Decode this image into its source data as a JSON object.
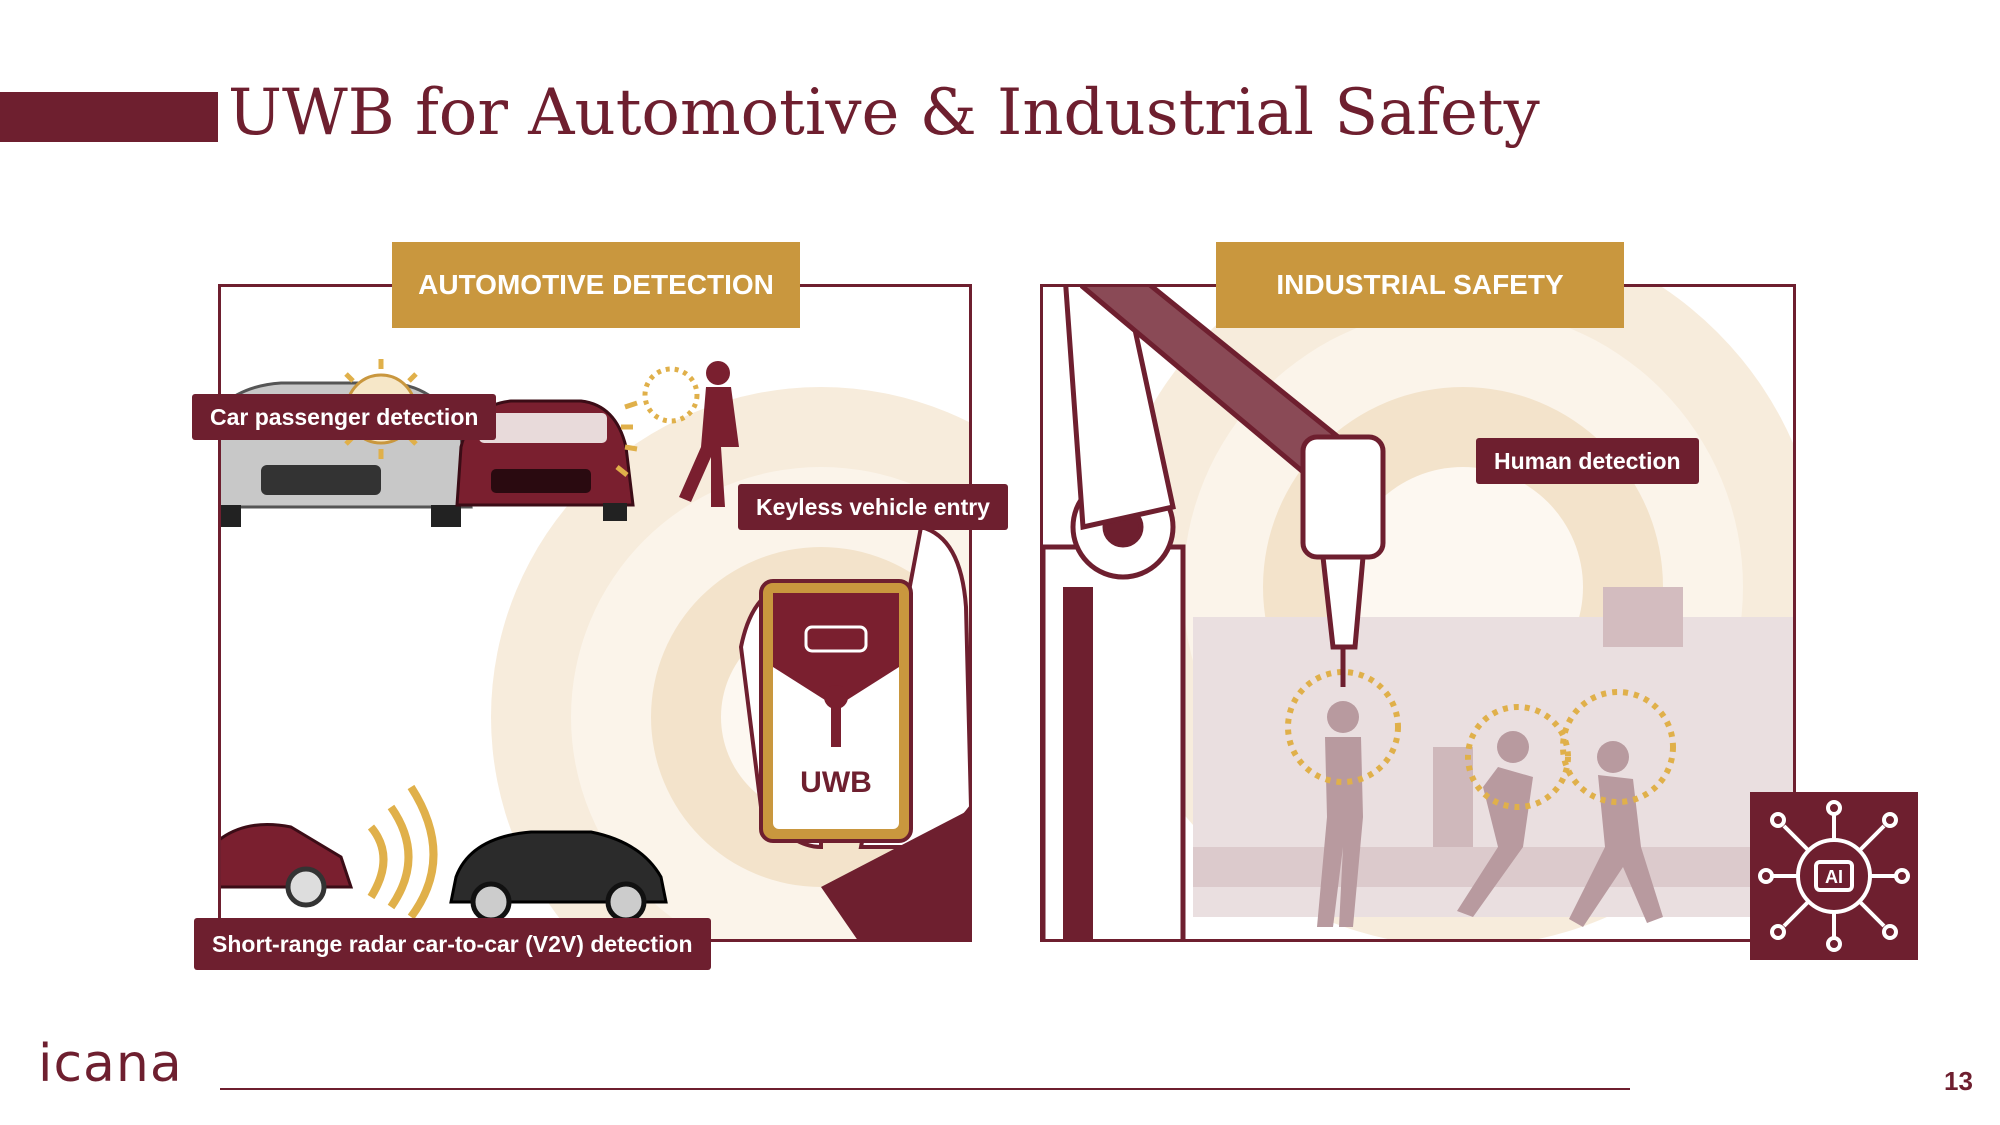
{
  "title": "UWB for Automotive & Industrial Safety",
  "sections": {
    "automotive": {
      "header": "AUTOMOTIVE DETECTION",
      "labels": {
        "passenger": "Car passenger detection",
        "keyless": "Keyless vehicle entry",
        "v2v": "Short-range radar car-to-car (V2V) detection"
      },
      "phone_text": "UWB"
    },
    "industrial": {
      "header": "INDUSTRIAL SAFETY",
      "labels": {
        "human": "Human detection"
      },
      "ai_text": "AI"
    }
  },
  "footer": {
    "logo": "icana",
    "page_number": "13"
  },
  "colors": {
    "brand": "#6e1f2f",
    "accent": "#c9973e",
    "light": "#f1e3cf"
  },
  "icons": [
    "car-icon",
    "key-icon",
    "robot-arm-icon",
    "ai-chip-icon",
    "worker-icon",
    "signal-waves-icon"
  ]
}
